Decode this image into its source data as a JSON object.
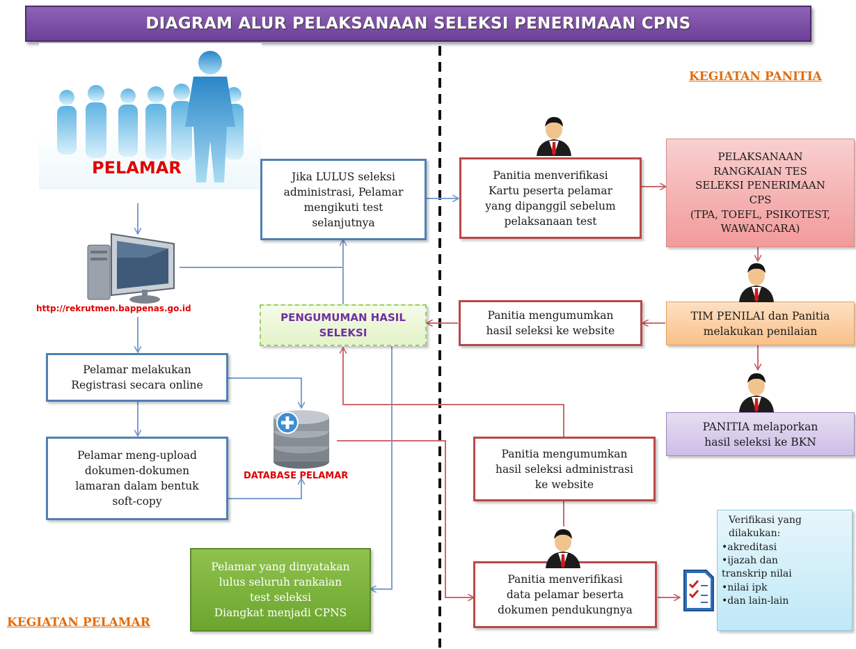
{
  "title": "DIAGRAM  ALUR PELAKSANAAN  SELEKSI PENERIMAAN CPNS",
  "labels": {
    "panitia_section": "KEGIATAN PANITIA",
    "pelamar_section": "KEGIATAN PELAMAR",
    "pelamar": "PELAMAR",
    "website": "http://rekrutmen.bappenas.go.id",
    "database": "DATABASE PELAMAR"
  },
  "boxes": {
    "registrasi": "Pelamar melakukan\nRegistrasi secara online",
    "upload": "Pelamar meng-upload\ndokumen-dokumen\nlamaran dalam bentuk\nsoft-copy",
    "jika_lulus": "Jika LULUS seleksi\nadministrasi, Pelamar\nmengikuti test\nselanjutnya",
    "pengumuman": "PENGUMUMAN HASIL\nSELEKSI",
    "diangkat": "Pelamar yang dinyatakan\nlulus seluruh rankaian\ntest seleksi\nDiangkat menjadi CPNS",
    "verif_kartu": "Panitia menverifikasi\nKartu peserta pelamar\nyang dipanggil sebelum\npelaksanaan test",
    "pelaksanaan_tes": "PELAKSANAAN\nRANGKAIAN TES\nSELEKSI PENERIMAAN\nCPS\n(TPA, TOEFL, PSIKOTEST,\nWAWANCARA)",
    "umumkan_web": "Panitia mengumumkan\nhasil seleksi ke website",
    "tim_penilai": "TIM PENILAI dan Panitia\nmelakukan penilaian",
    "lapor_bkn": "PANITIA melaporkan\nhasil seleksi ke BKN",
    "umumkan_admin": "Panitia mengumumkan\nhasil seleksi administrasi\nke website",
    "verif_data": "Panitia menverifikasi\ndata pelamar beserta\ndokumen pendukungnya"
  },
  "verifikasi": {
    "heading": "Verifikasi yang\ndilakukan:",
    "items": [
      "•akreditasi",
      "•ijazah dan\ntranskrip nilai",
      "•nilai ipk",
      "•dan lain-lain"
    ]
  },
  "colors": {
    "title_bg": "#7b4fa6",
    "blue_border": "#4f7fb5",
    "red_border": "#b84848",
    "section_label": "#e36c09",
    "accent_red": "#e00000"
  }
}
